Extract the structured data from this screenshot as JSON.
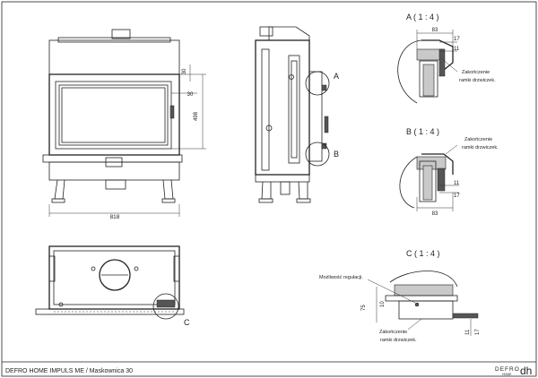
{
  "footer": {
    "caption": "DEFRO HOME IMPULS ME / Maskownica 30",
    "brand": "DEFRO",
    "brand_sub": "HOME",
    "logo": "dh"
  },
  "front_view": {
    "dim_width": "818",
    "dim_height": "498",
    "dim_top": "30",
    "dim_side": "30"
  },
  "side_view": {
    "callout_a": "A",
    "callout_b": "B"
  },
  "top_view": {
    "callout_c": "C"
  },
  "detail_a": {
    "title": "A ( 1 : 4 )",
    "dim_83": "83",
    "dim_17": "17",
    "dim_11": "11",
    "note_line1": "Zakończenie",
    "note_line2": "ramki drzwiczek."
  },
  "detail_b": {
    "title": "B ( 1 : 4 )",
    "dim_83": "83",
    "dim_17": "17",
    "dim_11": "11",
    "note_line1": "Zakończenie",
    "note_line2": "ramki drzwiczek."
  },
  "detail_c": {
    "title": "C ( 1 : 4 )",
    "note_adjust": "Możliwość regulacji.",
    "dim_75": "75",
    "dim_10": "10",
    "dim_11": "11",
    "dim_17": "17",
    "note_line1": "Zakończenie",
    "note_line2": "ramki drzwiczek."
  }
}
